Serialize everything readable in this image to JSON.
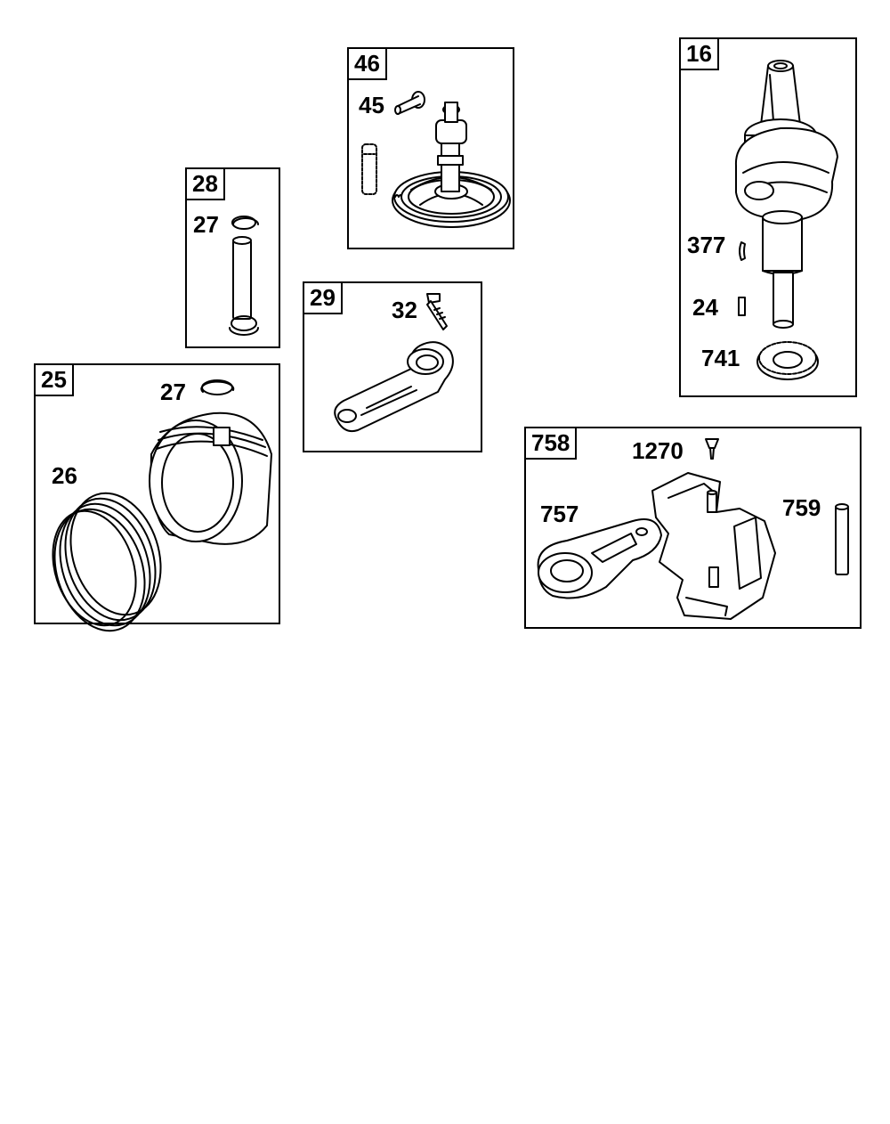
{
  "groups": [
    {
      "id": "g46",
      "tag": "46",
      "callouts": [
        "45"
      ]
    },
    {
      "id": "g28",
      "tag": "28",
      "callouts": [
        "27"
      ]
    },
    {
      "id": "g29",
      "tag": "29",
      "callouts": [
        "32"
      ]
    },
    {
      "id": "g25",
      "tag": "25",
      "callouts": [
        "27",
        "26"
      ]
    },
    {
      "id": "g16",
      "tag": "16",
      "callouts": [
        "377",
        "24",
        "741"
      ]
    },
    {
      "id": "g758",
      "tag": "758",
      "callouts": [
        "1270",
        "757",
        "759"
      ]
    }
  ],
  "icons": [
    "cam-gear-icon",
    "cam-pin-icon",
    "compression-release-icon",
    "piston-pin-icon",
    "retaining-clip-icon",
    "connecting-rod-icon",
    "rod-bolt-icon",
    "piston-icon",
    "piston-ring-set-icon",
    "crankshaft-icon",
    "woodruff-key-icon",
    "crank-key-icon",
    "timing-gear-icon",
    "screw-icon",
    "counterweight-link-icon",
    "balancer-housing-icon",
    "dowel-pin-icon"
  ]
}
